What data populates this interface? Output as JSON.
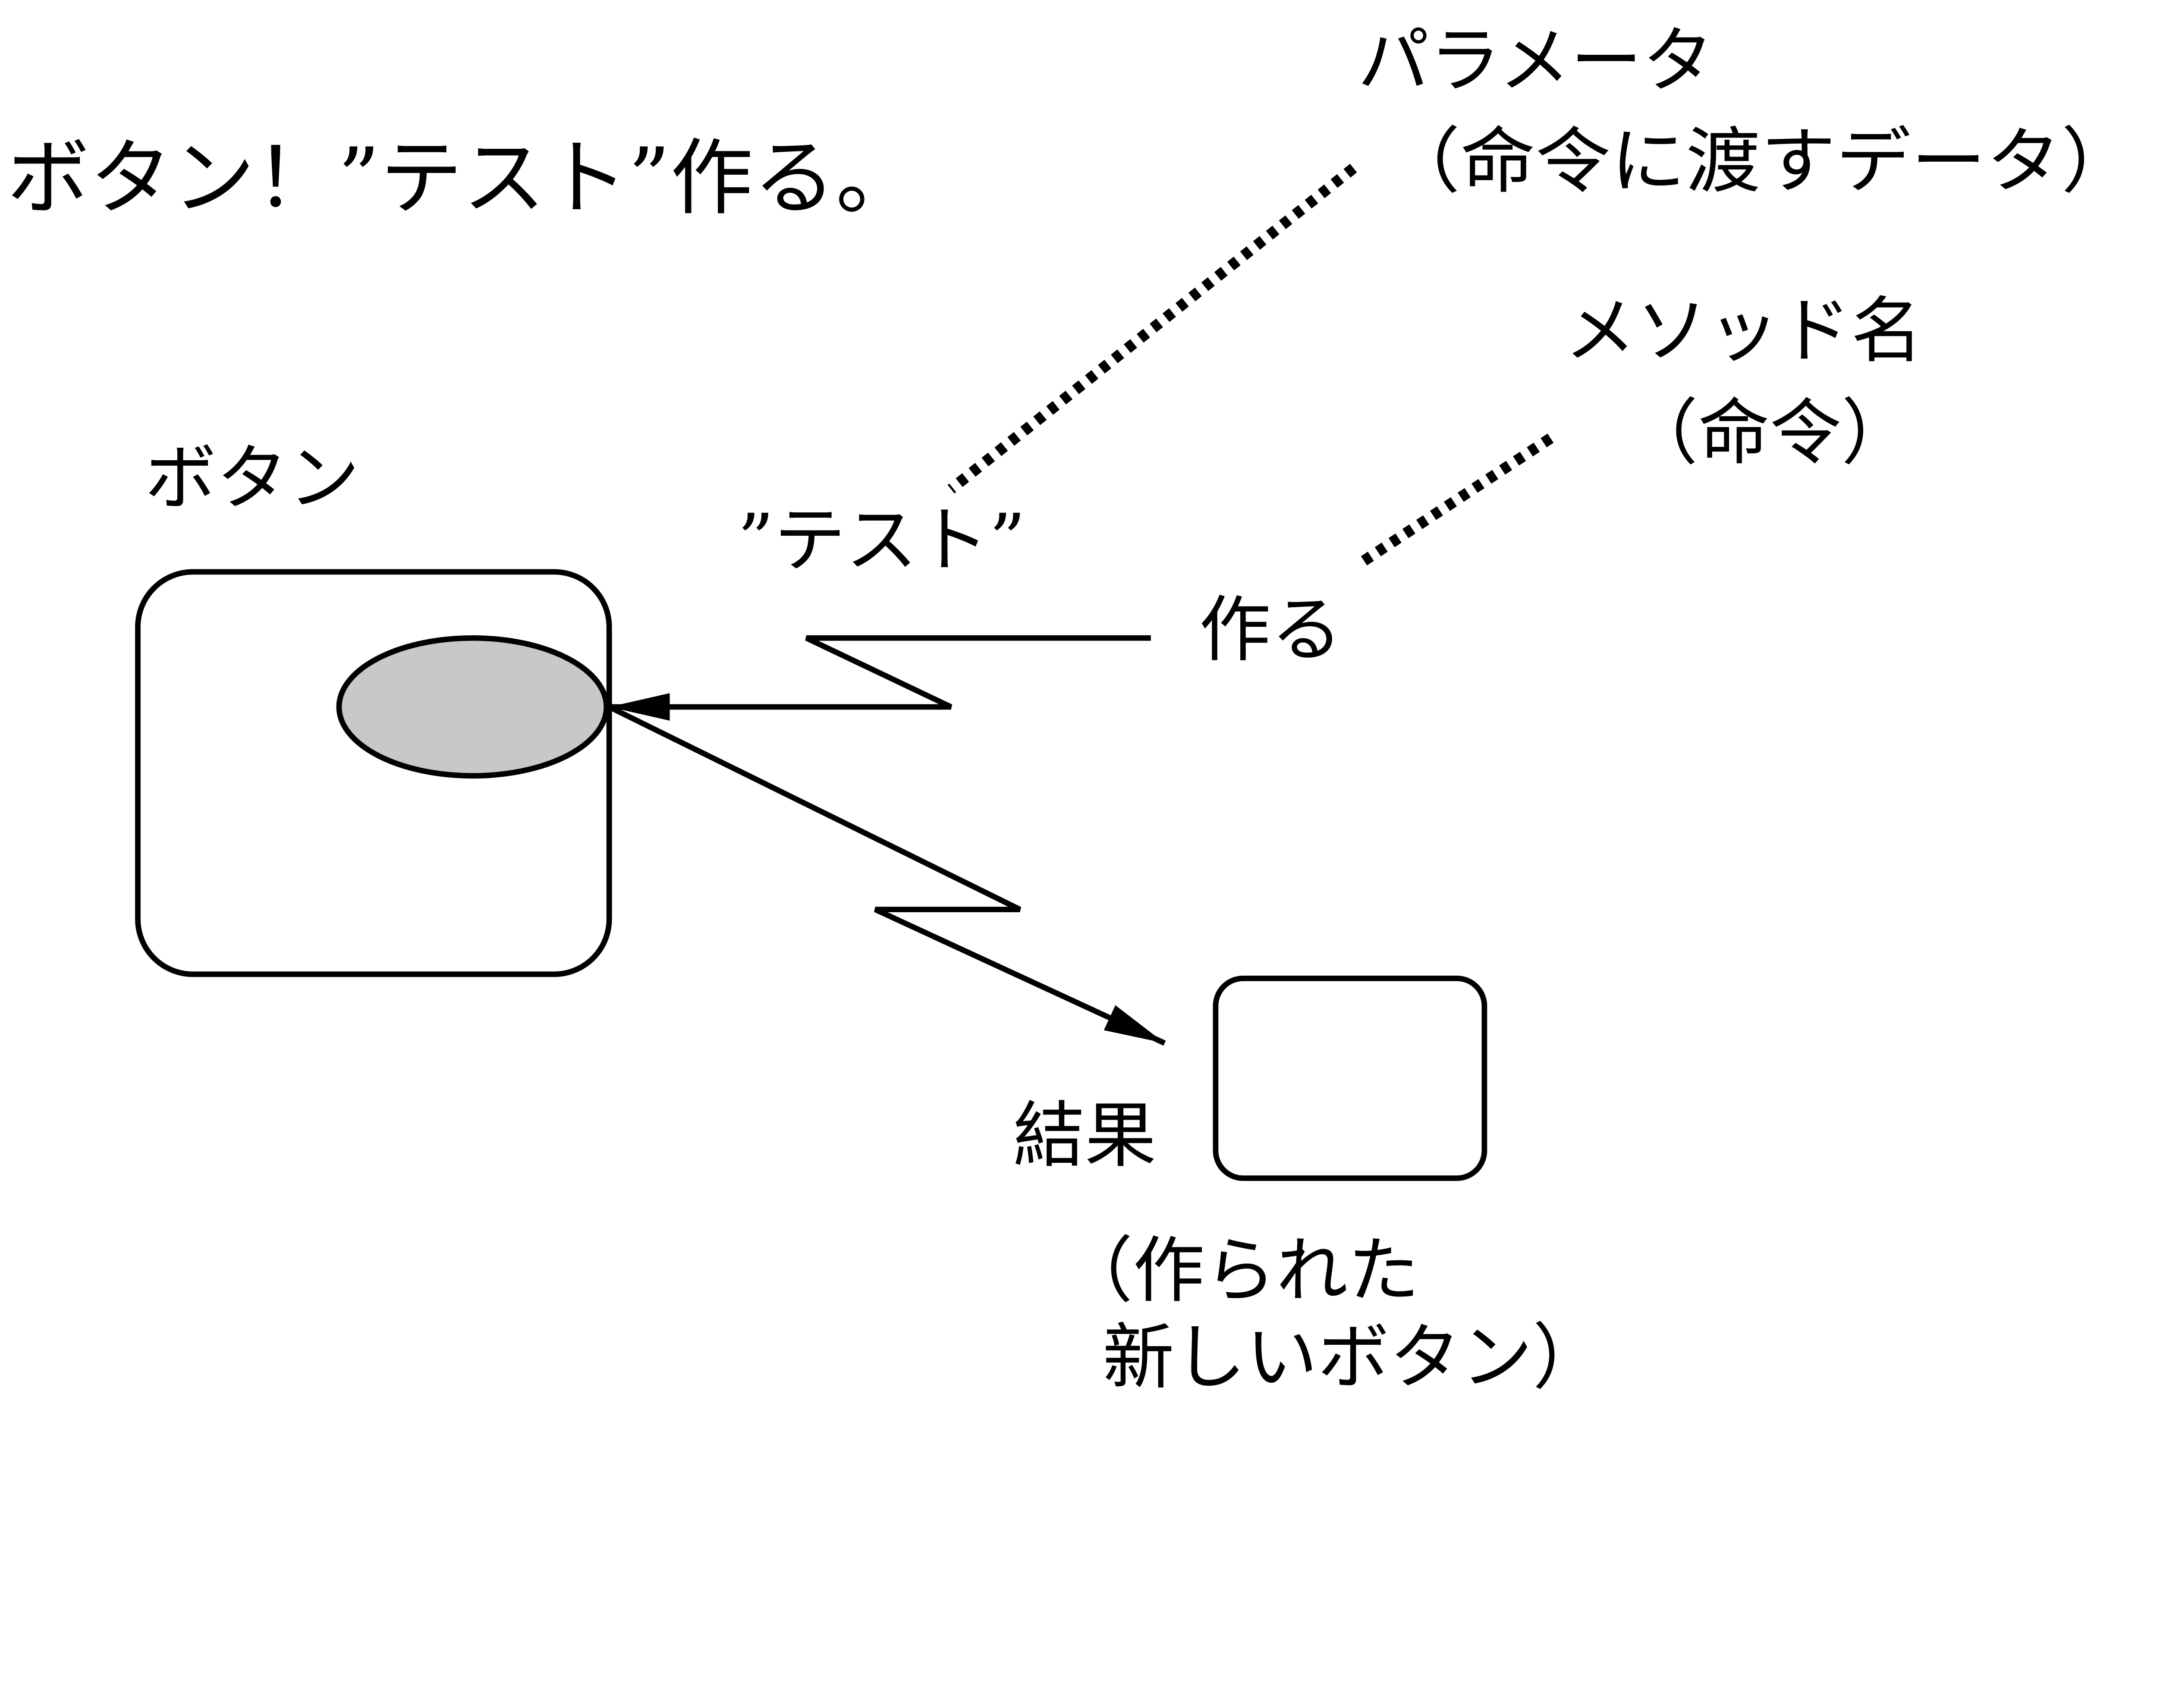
{
  "statement": "ボタン！”テスト”作る。",
  "parameter": {
    "title": "パラメータ",
    "description": "（命令に渡すデータ）"
  },
  "method": {
    "title": "メソッド名",
    "description": "（命令）"
  },
  "receiver_label": "ボタン",
  "argument": "”テスト”",
  "method_call": "作る",
  "result": {
    "label": "結果",
    "description_line1": "（作られた",
    "description_line2": "新しいボタン）"
  },
  "colors": {
    "ellipse_fill": "#c8c8c8",
    "stroke": "#000000"
  }
}
